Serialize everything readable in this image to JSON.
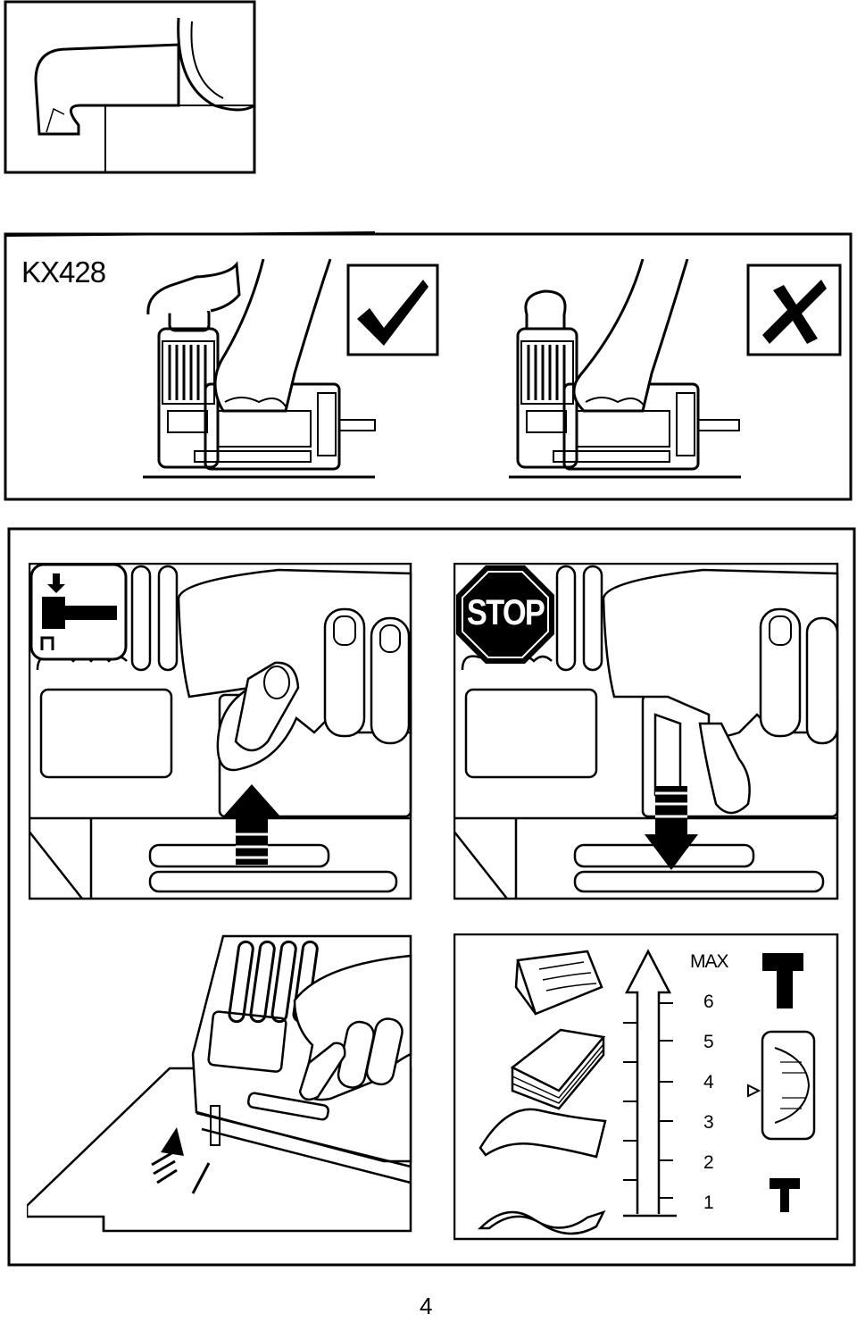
{
  "header": {
    "model": "KX428"
  },
  "panel_grip": {
    "correct_symbol": "check-mark",
    "wrong_symbol": "x-mark"
  },
  "panel_trigger": {
    "stop_sign": "STOP"
  },
  "panel_scale": {
    "max_label": "MAX",
    "ticks": [
      "6",
      "5",
      "4",
      "3",
      "2",
      "1"
    ]
  },
  "footer": {
    "page_number": "4"
  }
}
